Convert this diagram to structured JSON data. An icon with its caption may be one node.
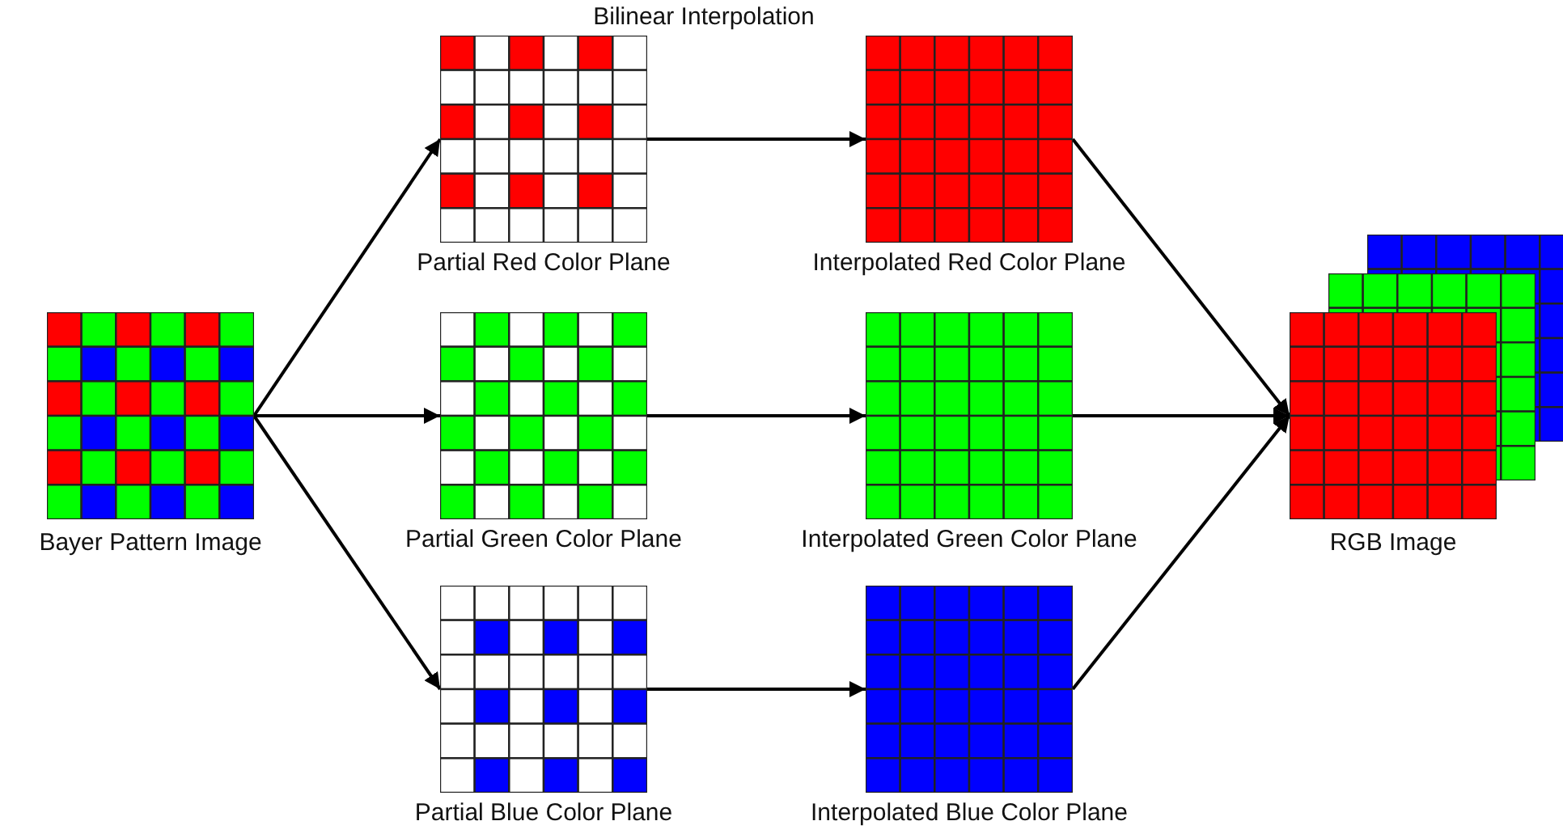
{
  "diagram": {
    "nodes": [
      {
        "text": [
          "Bayer Pattern Image"
        ]
      },
      {
        "text": [
          "Partial Red Color Plane"
        ]
      },
      {
        "text": [
          "Partial Green Color Plane"
        ]
      },
      {
        "text": [
          "Partial Blue Color Plane"
        ]
      },
      {
        "text": [
          "Interpolated Red Color Plane"
        ]
      },
      {
        "text": [
          "Interpolated Green Color Plane"
        ]
      },
      {
        "text": [
          "Interpolated Blue Color Plane"
        ]
      },
      {
        "text": [
          "RGB Image"
        ]
      }
    ],
    "edges": [
      {
        "from": 0,
        "to": 1,
        "arrow": "to"
      },
      {
        "from": 0,
        "to": 2,
        "arrow": "to"
      },
      {
        "from": 0,
        "to": 3,
        "arrow": "to"
      },
      {
        "from": 1,
        "to": 4,
        "arrow": "to"
      },
      {
        "from": 2,
        "to": 5,
        "arrow": "to"
      },
      {
        "from": 3,
        "to": 6,
        "arrow": "to"
      },
      {
        "from": 4,
        "to": 7,
        "arrow": "to"
      },
      {
        "from": 5,
        "to": 7,
        "arrow": "to"
      },
      {
        "from": 6,
        "to": 7,
        "arrow": "to"
      }
    ],
    "title": "Bilinear Interpolation"
  }
}
